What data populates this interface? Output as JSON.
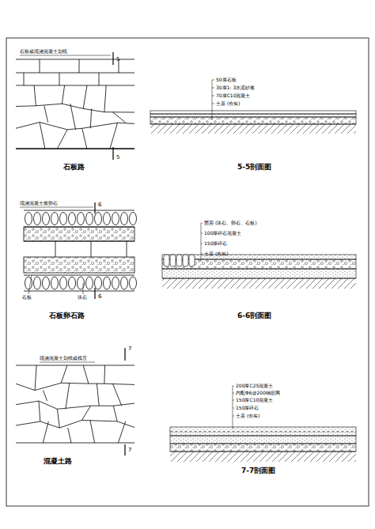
{
  "diagram": {
    "labels": [
      "石板或现浇混凝土划线",
      "5",
      "5",
      "石板路",
      "50厚石板",
      "30厚1: 3水泥砂浆",
      "70厚C10混凝土",
      "土基 (夯实)",
      "5-5剖面图",
      "现浇混凝土嵌卵石",
      "6",
      "石板",
      "块石",
      "6",
      "石板卵石路",
      "面层 (块石、卵石、石板)",
      "100厚碎石混凝土",
      "150厚碎石",
      "土基 (夯实)",
      "6-6剖面图",
      "现浇混凝土划线或模压",
      "7",
      "7",
      "混凝土路",
      "200厚C25混凝土",
      "内配Φ6@200钢筋网",
      "150厚C10混凝土",
      "150厚碎石",
      "土基 (夯实)",
      "7-7剖面图"
    ]
  }
}
